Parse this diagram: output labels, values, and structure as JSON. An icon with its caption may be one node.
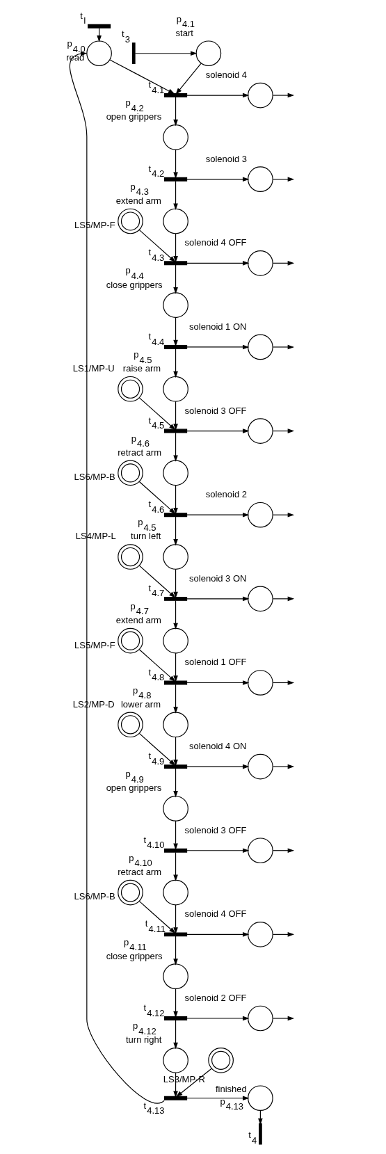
{
  "diagram": {
    "nodes": [
      {
        "text": [],
        "shape": "bar",
        "beside": [
          "t$_{I}$"
        ]
      },
      {
        "text": [],
        "shape": "circle",
        "beside": [
          "p$_{4.0}$",
          "read"
        ]
      },
      {
        "text": [],
        "shape": "bar",
        "beside": [
          "t$_{3}$"
        ]
      },
      {
        "text": [],
        "shape": "circle",
        "beside": [
          "p$_{4.1}$",
          "start"
        ]
      },
      {
        "text": [],
        "shape": "bar",
        "beside": [
          "t$_{4.1}$"
        ]
      },
      {
        "text": [],
        "shape": "circle",
        "beside": [
          "solenoid 4"
        ]
      },
      {
        "text": [],
        "shape": "circle",
        "beside": [
          "p$_{4.2}$",
          "open grippers"
        ]
      },
      {
        "text": [],
        "shape": "bar",
        "beside": [
          "t$_{4.2}$"
        ]
      },
      {
        "text": [],
        "shape": "circle",
        "beside": [
          "solenoid 3"
        ]
      },
      {
        "text": [],
        "shape": "circle",
        "beside": [
          "p$_{4.3}$",
          "extend arm"
        ]
      },
      {
        "text": [],
        "shape": "doublecircle",
        "beside": [
          "LS5/MP-F"
        ]
      },
      {
        "text": [],
        "shape": "bar",
        "beside": [
          "t$_{4.3}$"
        ]
      },
      {
        "text": [],
        "shape": "circle",
        "beside": [
          "solenoid 4 OFF"
        ]
      },
      {
        "text": [],
        "shape": "circle",
        "beside": [
          "p$_{4.4}$",
          "close grippers"
        ]
      },
      {
        "text": [],
        "shape": "bar",
        "beside": [
          "t$_{4.4}$"
        ]
      },
      {
        "text": [],
        "shape": "circle",
        "beside": [
          "solenoid 1 ON"
        ]
      },
      {
        "text": [],
        "shape": "circle",
        "beside": [
          "p$_{4.5}$",
          "raise arm"
        ]
      },
      {
        "text": [],
        "shape": "doublecircle",
        "beside": [
          "LS1/MP-U"
        ]
      },
      {
        "text": [],
        "shape": "bar",
        "beside": [
          "t$_{4.5}$"
        ]
      },
      {
        "text": [],
        "shape": "circle",
        "beside": [
          "solenoid 3 OFF"
        ]
      },
      {
        "text": [],
        "shape": "circle",
        "beside": [
          "p$_{4.6}$",
          "retract arm"
        ]
      },
      {
        "text": [],
        "shape": "doublecircle",
        "beside": [
          "LS6/MP-B"
        ]
      },
      {
        "text": [],
        "shape": "bar",
        "beside": [
          "t$_{4.6}$"
        ]
      },
      {
        "text": [],
        "shape": "circle",
        "beside": [
          "solenoid 2"
        ]
      },
      {
        "text": [],
        "shape": "circle",
        "beside": [
          "p$_{4.5}$",
          "turn left"
        ]
      },
      {
        "text": [],
        "shape": "doublecircle",
        "beside": [
          "LS4/MP-L"
        ]
      },
      {
        "text": [],
        "shape": "bar",
        "beside": [
          "t$_{4.7}$"
        ]
      },
      {
        "text": [],
        "shape": "circle",
        "beside": [
          "solenoid 3 ON"
        ]
      },
      {
        "text": [],
        "shape": "circle",
        "beside": [
          "p$_{4.7}$",
          "extend arm"
        ]
      },
      {
        "text": [],
        "shape": "doublecircle",
        "beside": [
          "LS5/MP-F"
        ]
      },
      {
        "text": [],
        "shape": "bar",
        "beside": [
          "t$_{4.8}$"
        ]
      },
      {
        "text": [],
        "shape": "circle",
        "beside": [
          "solenoid 1 OFF"
        ]
      },
      {
        "text": [],
        "shape": "circle",
        "beside": [
          "p$_{4.8}$",
          "lower arm"
        ]
      },
      {
        "text": [],
        "shape": "doublecircle",
        "beside": [
          "LS2/MP-D"
        ]
      },
      {
        "text": [],
        "shape": "bar",
        "beside": [
          "t$_{4.9}$"
        ]
      },
      {
        "text": [],
        "shape": "circle",
        "beside": [
          "solenoid 4 ON"
        ]
      },
      {
        "text": [],
        "shape": "circle",
        "beside": [
          "p$_{4.9}$",
          "open grippers"
        ]
      },
      {
        "text": [],
        "shape": "bar",
        "beside": [
          "t$_{4.10}$"
        ]
      },
      {
        "text": [],
        "shape": "circle",
        "beside": [
          "solenoid 3 OFF"
        ]
      },
      {
        "text": [],
        "shape": "circle",
        "beside": [
          "p$_{4.10}$",
          "retract arm"
        ]
      },
      {
        "text": [],
        "shape": "doublecircle",
        "beside": [
          "LS6/MP-B"
        ]
      },
      {
        "text": [],
        "shape": "bar",
        "beside": [
          "t$_{4.11}$"
        ]
      },
      {
        "text": [],
        "shape": "circle",
        "beside": [
          "solenoid 4 OFF"
        ]
      },
      {
        "text": [],
        "shape": "circle",
        "beside": [
          "p$_{4.11}$",
          "close grippers"
        ]
      },
      {
        "text": [],
        "shape": "bar",
        "beside": [
          "t$_{4.12}$"
        ]
      },
      {
        "text": [],
        "shape": "circle",
        "beside": [
          "solenoid 2 OFF"
        ]
      },
      {
        "text": [],
        "shape": "circle",
        "beside": [
          "p$_{4.12}$",
          "turn right"
        ]
      },
      {
        "text": [],
        "shape": "doublecircle",
        "beside": [
          "LS3/MP-R"
        ]
      },
      {
        "text": [],
        "shape": "bar",
        "beside": [
          "t$_{4.13}$"
        ]
      },
      {
        "text": [],
        "shape": "circle",
        "beside": [
          "finished",
          "p$_{4.13}$"
        ]
      },
      {
        "text": [],
        "shape": "bar",
        "beside": [
          "t$_{4}$"
        ]
      }
    ],
    "edges": [
      {
        "from": 0,
        "to": 1,
        "arrow": "to"
      },
      {
        "from": 48,
        "to": 1,
        "arrow": "to"
      },
      {
        "from": 2,
        "to": 3,
        "arrow": "to"
      },
      {
        "from": 1,
        "to": 4,
        "arrow": "to"
      },
      {
        "from": 3,
        "to": 4,
        "arrow": "to"
      },
      {
        "from": 4,
        "to": 5,
        "arrow": "to"
      },
      {
        "from": 5,
        "to": null,
        "arrow": "to"
      },
      {
        "from": 4,
        "to": 6,
        "arrow": "to"
      },
      {
        "from": 6,
        "to": 7,
        "arrow": "to"
      },
      {
        "from": 7,
        "to": 8,
        "arrow": "to"
      },
      {
        "from": 8,
        "to": null,
        "arrow": "to"
      },
      {
        "from": 7,
        "to": 9,
        "arrow": "to"
      },
      {
        "from": 9,
        "to": 11,
        "arrow": "to"
      },
      {
        "from": 10,
        "to": 11,
        "arrow": "to"
      },
      {
        "from": 11,
        "to": 12,
        "arrow": "to"
      },
      {
        "from": 12,
        "to": null,
        "arrow": "to"
      },
      {
        "from": 11,
        "to": 13,
        "arrow": "to"
      },
      {
        "from": 13,
        "to": 14,
        "arrow": "to"
      },
      {
        "from": 14,
        "to": 15,
        "arrow": "to"
      },
      {
        "from": 15,
        "to": null,
        "arrow": "to"
      },
      {
        "from": 14,
        "to": 16,
        "arrow": "to"
      },
      {
        "from": 16,
        "to": 18,
        "arrow": "to"
      },
      {
        "from": 17,
        "to": 18,
        "arrow": "to"
      },
      {
        "from": 18,
        "to": 19,
        "arrow": "to"
      },
      {
        "from": 19,
        "to": null,
        "arrow": "to"
      },
      {
        "from": 18,
        "to": 20,
        "arrow": "to"
      },
      {
        "from": 20,
        "to": 22,
        "arrow": "to"
      },
      {
        "from": 21,
        "to": 22,
        "arrow": "to"
      },
      {
        "from": 22,
        "to": 23,
        "arrow": "to"
      },
      {
        "from": 23,
        "to": null,
        "arrow": "to"
      },
      {
        "from": 22,
        "to": 24,
        "arrow": "to"
      },
      {
        "from": 24,
        "to": 26,
        "arrow": "to"
      },
      {
        "from": 25,
        "to": 26,
        "arrow": "to"
      },
      {
        "from": 26,
        "to": 27,
        "arrow": "to"
      },
      {
        "from": 27,
        "to": null,
        "arrow": "to"
      },
      {
        "from": 26,
        "to": 28,
        "arrow": "to"
      },
      {
        "from": 28,
        "to": 30,
        "arrow": "to"
      },
      {
        "from": 29,
        "to": 30,
        "arrow": "to"
      },
      {
        "from": 30,
        "to": 31,
        "arrow": "to"
      },
      {
        "from": 31,
        "to": null,
        "arrow": "to"
      },
      {
        "from": 30,
        "to": 32,
        "arrow": "to"
      },
      {
        "from": 32,
        "to": 34,
        "arrow": "to"
      },
      {
        "from": 33,
        "to": 34,
        "arrow": "to"
      },
      {
        "from": 34,
        "to": 35,
        "arrow": "to"
      },
      {
        "from": 35,
        "to": null,
        "arrow": "to"
      },
      {
        "from": 34,
        "to": 36,
        "arrow": "to"
      },
      {
        "from": 36,
        "to": 37,
        "arrow": "to"
      },
      {
        "from": 37,
        "to": 38,
        "arrow": "to"
      },
      {
        "from": 38,
        "to": null,
        "arrow": "to"
      },
      {
        "from": 37,
        "to": 39,
        "arrow": "to"
      },
      {
        "from": 39,
        "to": 41,
        "arrow": "to"
      },
      {
        "from": 40,
        "to": 41,
        "arrow": "to"
      },
      {
        "from": 41,
        "to": 42,
        "arrow": "to"
      },
      {
        "from": 42,
        "to": null,
        "arrow": "to"
      },
      {
        "from": 41,
        "to": 43,
        "arrow": "to"
      },
      {
        "from": 43,
        "to": 44,
        "arrow": "to"
      },
      {
        "from": 44,
        "to": 45,
        "arrow": "to"
      },
      {
        "from": 45,
        "to": null,
        "arrow": "to"
      },
      {
        "from": 44,
        "to": 46,
        "arrow": "to"
      },
      {
        "from": 46,
        "to": 48,
        "arrow": "to"
      },
      {
        "from": 47,
        "to": 48,
        "arrow": "to"
      },
      {
        "from": 48,
        "to": 49,
        "arrow": "to"
      },
      {
        "from": 49,
        "to": 50,
        "arrow": "to"
      }
    ]
  }
}
